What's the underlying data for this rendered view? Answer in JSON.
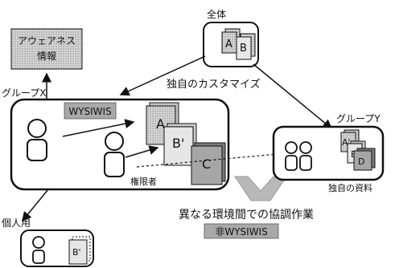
{
  "labels": {
    "whole": "全体",
    "awareness_line1": "アウェアネス",
    "awareness_line2": "情報",
    "group_x": "グループX",
    "group_y": "グループY",
    "custom": "独自のカスタマイズ",
    "wysiwis": "WYSIWIS",
    "authority": "権限者",
    "own_docs": "独自の資料",
    "collab": "異なる環境間での協調作業",
    "non_wysiwis": "非WYSIWIS",
    "personal": "個人用"
  },
  "docs": {
    "whole_a": "A",
    "whole_b": "B",
    "x_a": "A",
    "x_b": "B'",
    "x_c": "C",
    "y_a": "A'",
    "y_b": "B",
    "y_d": "D",
    "personal_b": "B'"
  },
  "colors": {
    "doc_gray": "#bdbdbd",
    "doc_dark": "#9e9e9e",
    "wysiwis_bg": "#a9a9a9",
    "arrow_gray": "#b8b8b8"
  }
}
